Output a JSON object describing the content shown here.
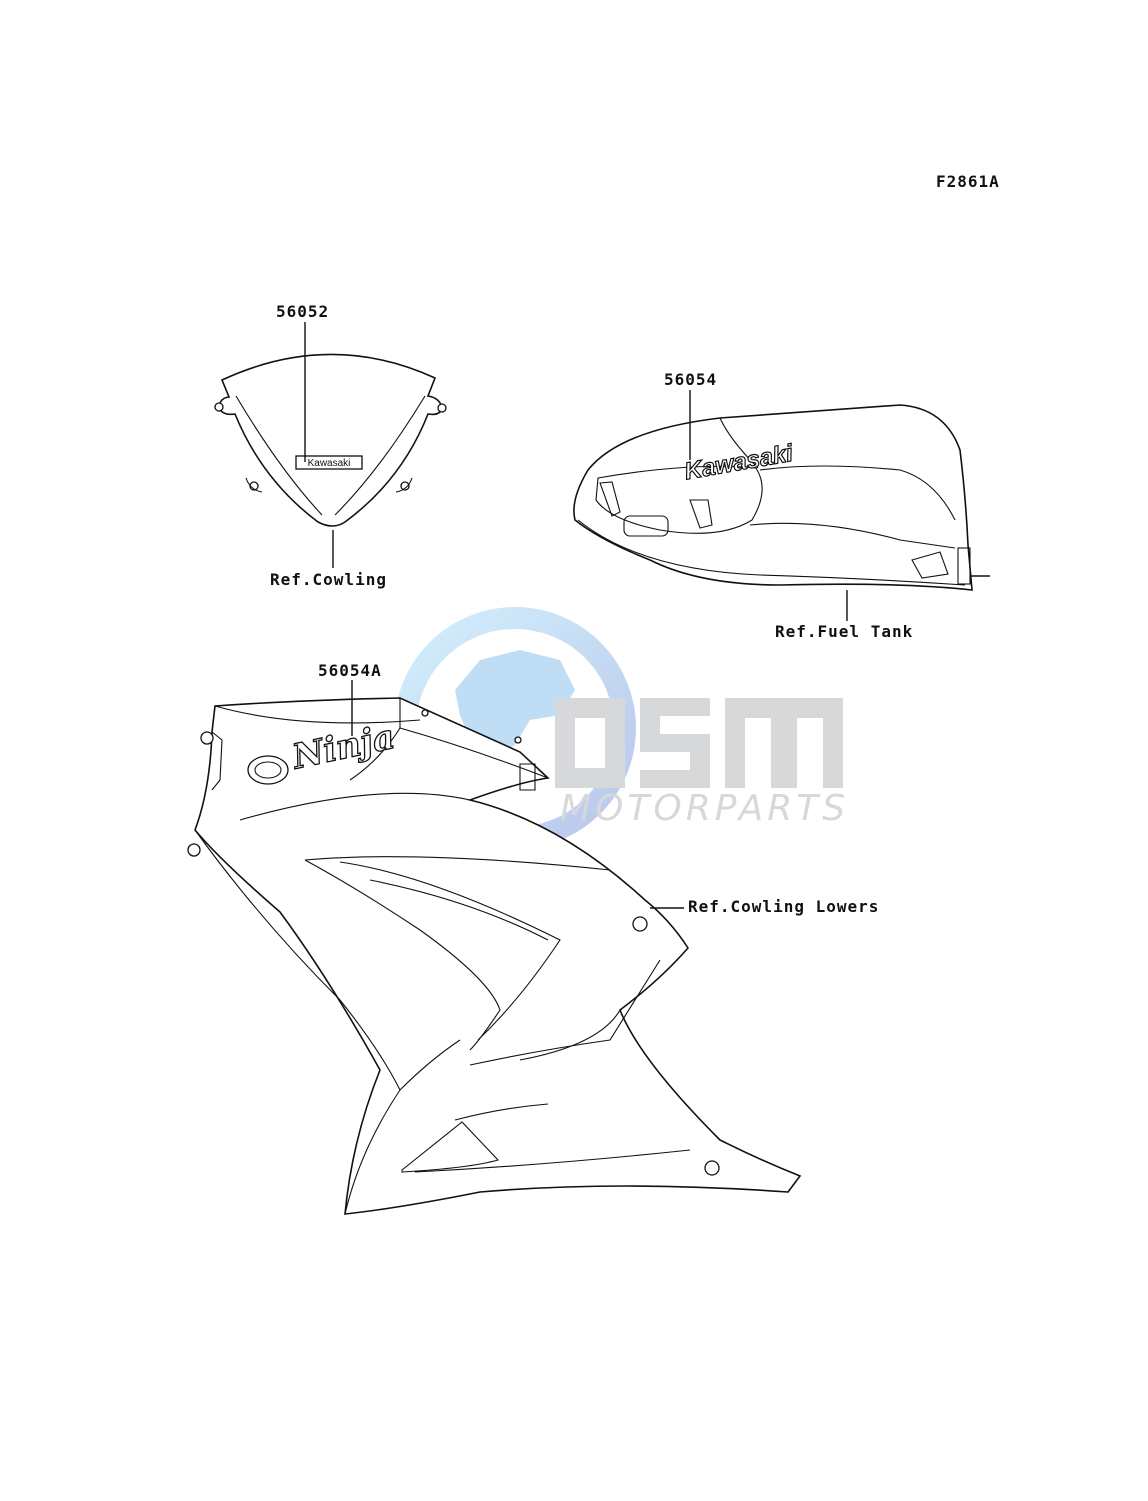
{
  "diagram_code": "F2861A",
  "parts": [
    {
      "number": "56052",
      "ref": "Ref.Cowling",
      "decal_text": "Kawasaki"
    },
    {
      "number": "56054",
      "ref": "Ref.Fuel Tank",
      "decal_text": "Kawasaki"
    },
    {
      "number": "56054A",
      "ref": "Ref.Cowling Lowers",
      "decal_text": "Ninja"
    }
  ],
  "watermark": {
    "brand": "osm",
    "tagline": "MOTORPARTS"
  },
  "colors": {
    "line": "#111111",
    "watermark_blue": "#1f9fe0",
    "watermark_gray": "#9a9ea3"
  }
}
